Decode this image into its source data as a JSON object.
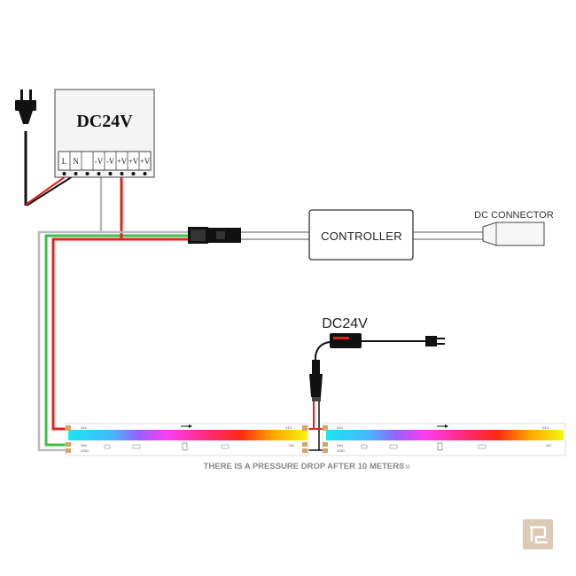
{
  "power_supply": {
    "title": "DC24V",
    "terminals": [
      "L",
      "N",
      "",
      "-V",
      "-V",
      "+V",
      "+V",
      "+V"
    ]
  },
  "controller": {
    "label": "CONTROLLER"
  },
  "dc_connector": {
    "label": "DC CONNECTOR"
  },
  "adapter": {
    "label": "DC24V"
  },
  "strip": {
    "voltage_label": "24V",
    "segment_labels": [
      "DIN",
      "GND",
      "DO"
    ]
  },
  "note": "THERE IS A PRESSURE DROP AFTER 10 METERS",
  "colors": {
    "wire_red": "#e0231d",
    "wire_green": "#3ebd4a",
    "wire_gray": "#b9b9b9",
    "wire_black": "#111111",
    "outline": "#444444"
  },
  "icons": {
    "watermark": "logo-icon",
    "plug": "plug-icon",
    "arrow": "arrow-right-icon"
  }
}
